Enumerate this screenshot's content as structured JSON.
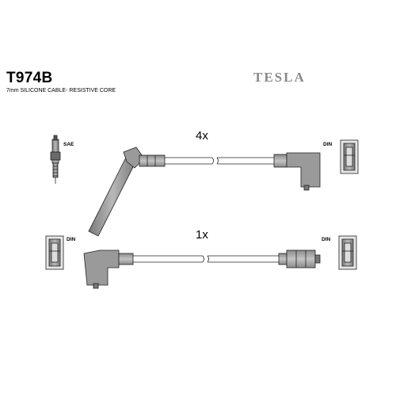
{
  "header": {
    "part_code": "T974B",
    "cable_spec": "7mm SILICONE CABLE- RESISTIVE CORE",
    "brand": "TESLA"
  },
  "cables": [
    {
      "quantity": "4x",
      "end_a": "SAE",
      "end_b": "DIN"
    },
    {
      "quantity": "1x",
      "end_a": "DIN",
      "end_b": "DIN"
    }
  ],
  "colors": {
    "stroke": "#222222",
    "fill": "#9a9a9a",
    "fill_light": "#cfcfcf",
    "brand": "#8a8a8a"
  }
}
